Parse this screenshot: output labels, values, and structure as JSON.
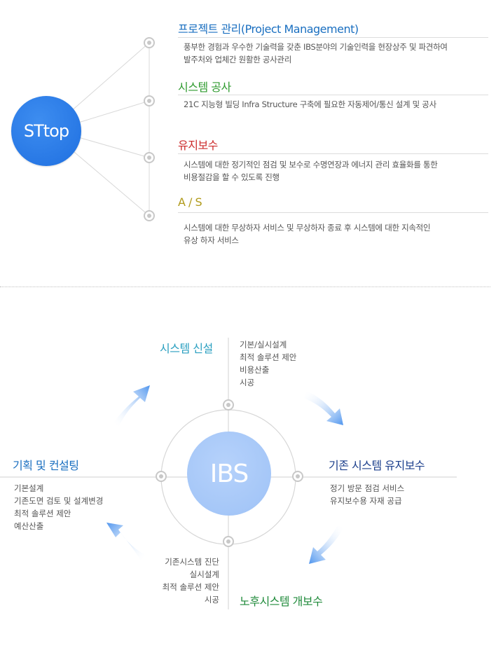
{
  "top": {
    "center_label": "STtop",
    "sections": [
      {
        "title": "프로젝트 관리(Project Management)",
        "color": "#1a6fc0",
        "lines": [
          "풍부한 경험과 우수한 기술력을 갖춘 IBS분야의 기술인력을 현장상주 및 파견하여",
          "발주처와 업체간 원활한 공사관리"
        ]
      },
      {
        "title": "시스템 공사",
        "color": "#2e9a2e",
        "lines": [
          "21C 지능형 빌딩 Infra Structure 구축에 필요한 자동제어/통신 설계 및 공사"
        ]
      },
      {
        "title": "유지보수",
        "color": "#cc2b2b",
        "lines": [
          "시스템에 대한 정기적인 점검 및 보수로 수명연장과 에너지 관리 효율화를 통한",
          "비용절감을 할 수 있도록 진행"
        ]
      },
      {
        "title": "A / S",
        "color": "#b09a1a",
        "lines": [
          "시스템에 대한 무상하자 서비스 및 무상하자 종료 후 시스템에 대한 지속적인",
          "유상 하자 서비스"
        ]
      }
    ]
  },
  "cycle": {
    "center_label": "IBS",
    "top": {
      "title": "시스템 신설",
      "color": "#2a9fc0",
      "items": [
        "기본/실시설계",
        "최적 솔루션 제안",
        "비용산출",
        "시공"
      ]
    },
    "right": {
      "title": "기존 시스템 유지보수",
      "color": "#1c3f8c",
      "items": [
        "정기 방문 점검 서비스",
        "유지보수용 자재 공급"
      ]
    },
    "bottom": {
      "title": "노후시스템 개보수",
      "color": "#1f8a3a",
      "items": [
        "기존시스템 진단",
        "실시설계",
        "최적 솔루션 제안",
        "시공"
      ]
    },
    "left": {
      "title": "기획 및 컨설팅",
      "color": "#1a6fc0",
      "items": [
        "기본설계",
        "기존도면 검토 및 설계변경",
        "최적 솔루션 제안",
        "예산산출"
      ]
    }
  }
}
